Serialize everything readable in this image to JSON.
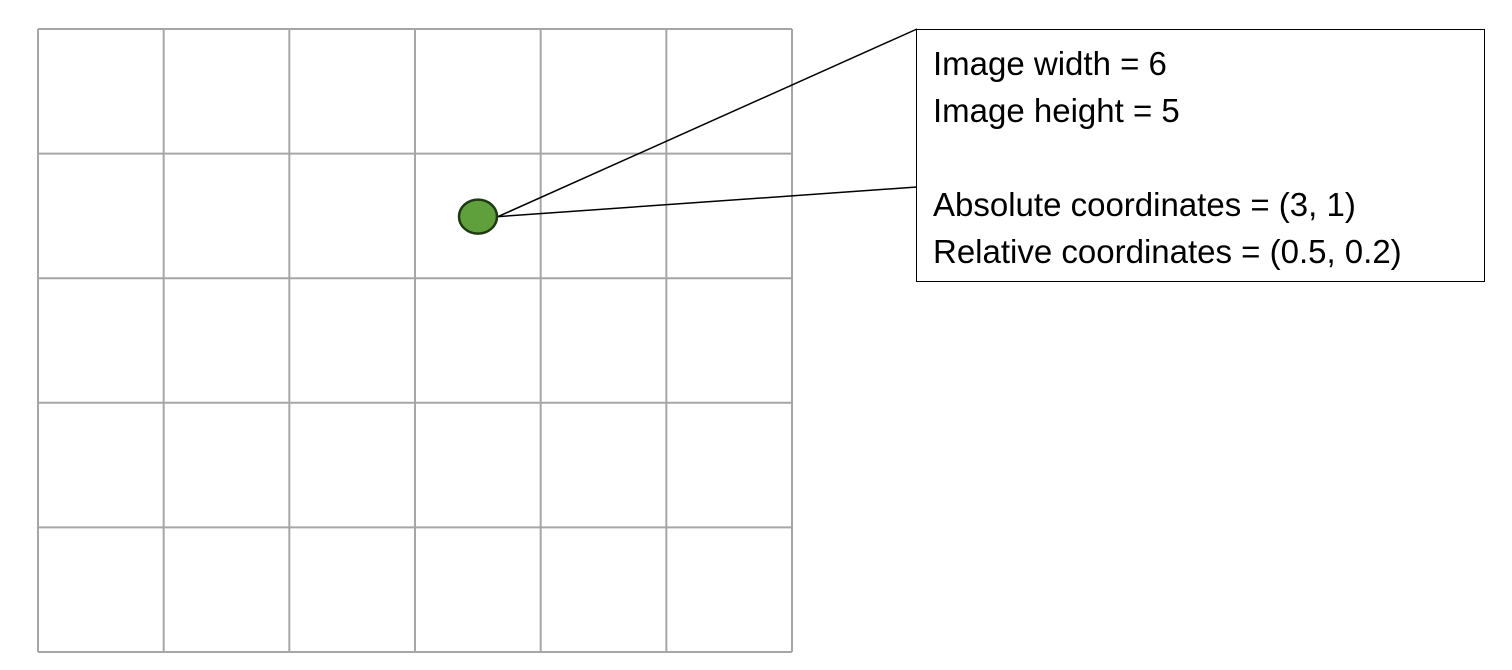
{
  "grid": {
    "columns": 6,
    "rows": 5,
    "line_color": "#a6a6a6"
  },
  "point": {
    "column": 3,
    "row": 1,
    "fill_color": "#5fa03c",
    "stroke_color": "#1f3a12"
  },
  "callout": {
    "image_width": "Image width = 6",
    "image_height": "Image height = 5",
    "absolute_coordinates": "Absolute coordinates = (3, 1)",
    "relative_coordinates": "Relative coordinates = (0.5, 0.2)"
  }
}
